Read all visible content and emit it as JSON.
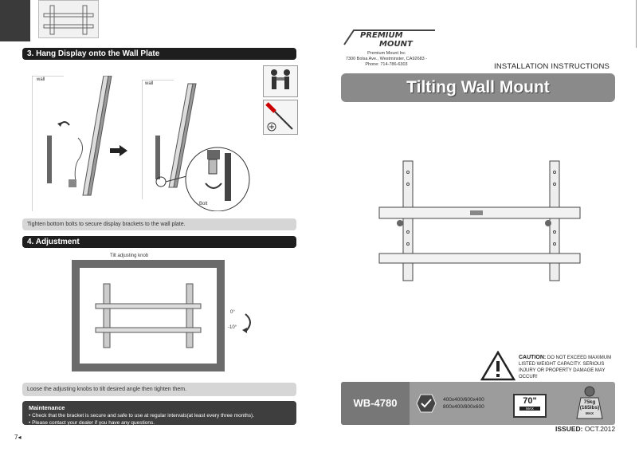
{
  "left_page": {
    "section3": {
      "heading": "3. Hang Display onto the Wall Plate"
    },
    "fig1": {
      "wall_label": "wall"
    },
    "fig2": {
      "wall_label": "wall",
      "bolt_label": "Bolt"
    },
    "section3_note": "Tighten bottom bolts to secure display brackets to the wall plate.",
    "section4": {
      "heading": "4. Adjustment"
    },
    "tilt_knob_label": "Tilt adjusting knob",
    "angle_top": "0°",
    "angle_bottom": "-10°",
    "section4_note": "Loose the adjusting knobs to tilt desired angle then tighten them.",
    "maintenance": {
      "title": "Maintenance",
      "items": [
        "Check that the bracket is secure and safe to use at regular intervals(at least every three months).",
        "Please contact your dealer if you have any questions."
      ]
    },
    "page_number": "7"
  },
  "right_page": {
    "brand_line1": "PREMIUM",
    "brand_line2": "MOUNT",
    "address": {
      "line1": "Premium Mount Inc",
      "line2": "7300 Bolsa Ave., Westminster, CA92683 -",
      "line3": "Phone: 714-786-6303"
    },
    "installation_label": "INSTALLATION INSTRUCTIONS",
    "product_title": "Tilting Wall Mount",
    "caution": {
      "label": "CAUTION:",
      "text": "DO NOT EXCEED MAXIMUM LISTED WEIGHT CAPACITY. SERIOUS INJURY OR PROPERTY DAMAGE MAY OCCUR!"
    },
    "model": "WB-4780",
    "vesa_sizes": [
      "400x400/600x400",
      "800x400/800x600"
    ],
    "max_screen": "70\"",
    "max_screen_sub": "MAX",
    "max_weight": "75kg",
    "max_weight_lbs": "(165lbs)",
    "max_weight_sub": "MAX",
    "issued_label": "ISSUED:",
    "issued_date": "OCT.2012"
  },
  "colors": {
    "section_header": "#1e1e1e",
    "title_bar": "#8a8a8a",
    "note_bar": "#d6d6d6"
  }
}
